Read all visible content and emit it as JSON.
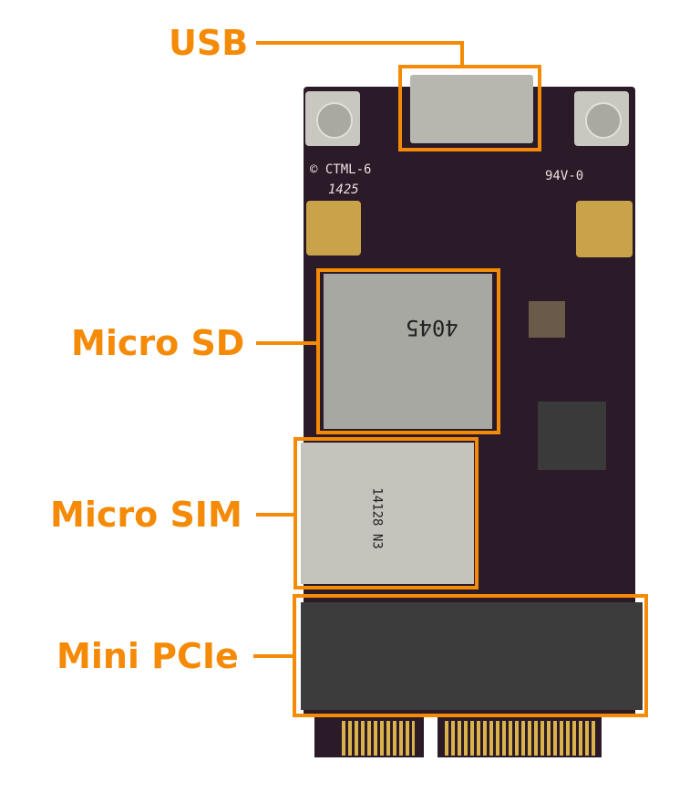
{
  "labels": {
    "usb": "USB",
    "micro_sd": "Micro SD",
    "micro_sim": "Micro SIM",
    "mini_pcie": "Mini PCIe"
  },
  "board_silkscreen": {
    "part": "© CTML-6",
    "rating": "94V-0",
    "date": "1425",
    "sd_marking": "4045",
    "sim_marking": "14128 N3"
  },
  "colors": {
    "accent": "#f58a07",
    "pcb": "#2b1a28"
  }
}
